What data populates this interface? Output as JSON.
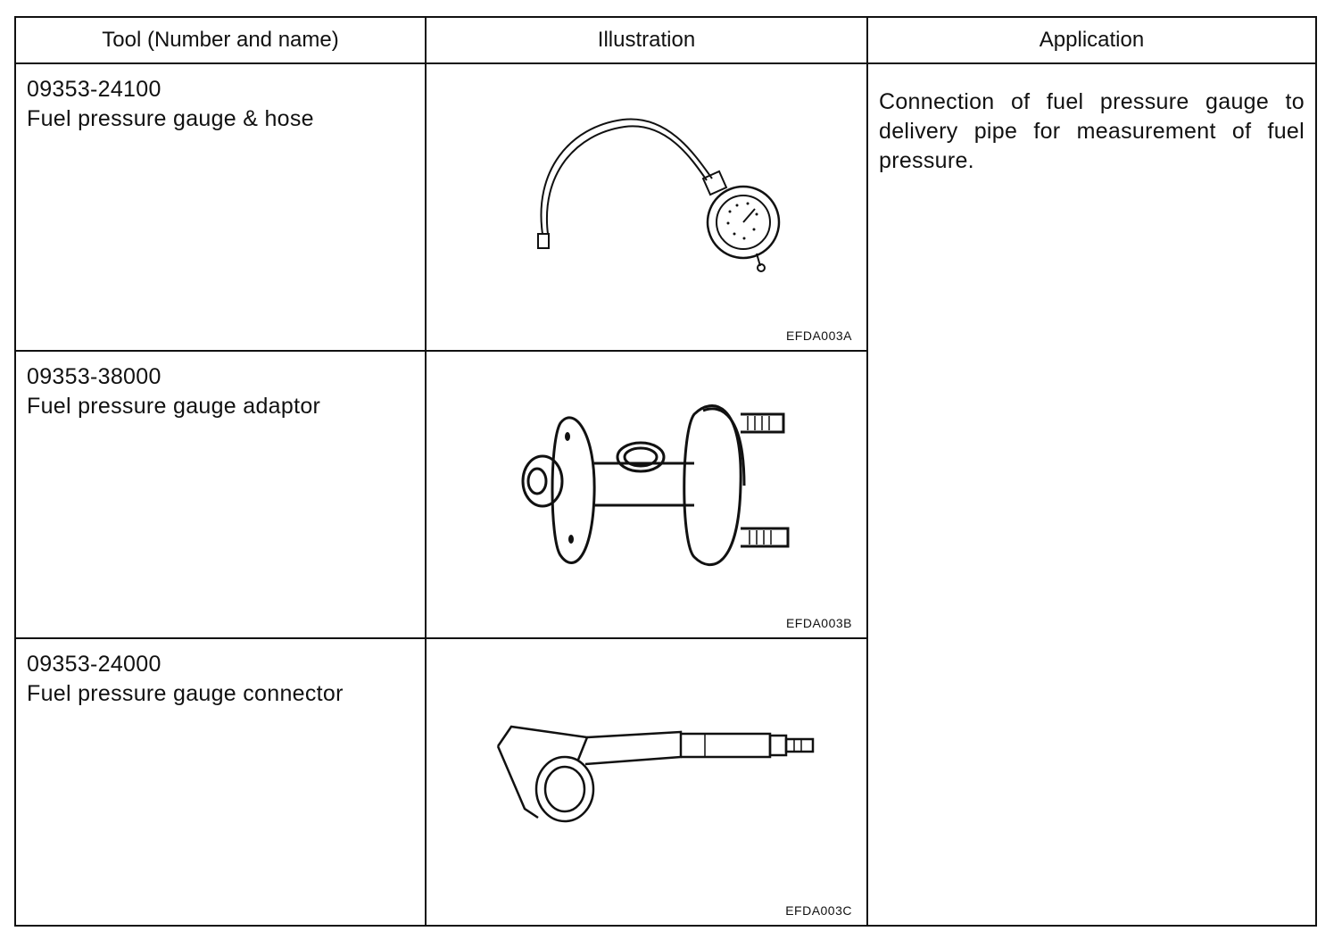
{
  "table": {
    "headers": {
      "tool": "Tool (Number and name)",
      "illustration": "Illustration",
      "application": "Application"
    },
    "rows": [
      {
        "number": "09353-24100",
        "name": "Fuel pressure gauge & hose",
        "figure_code": "EFDA003A",
        "illustration_icon": "fuel-pressure-gauge-hose-icon"
      },
      {
        "number": "09353-38000",
        "name": "Fuel pressure gauge adaptor",
        "figure_code": "EFDA003B",
        "illustration_icon": "fuel-pressure-gauge-adaptor-icon"
      },
      {
        "number": "09353-24000",
        "name": "Fuel pressure gauge connector",
        "figure_code": "EFDA003C",
        "illustration_icon": "fuel-pressure-gauge-connector-icon"
      }
    ],
    "application": "Connection of fuel pressure gauge to delivery pipe for measurement of fuel pressure."
  }
}
